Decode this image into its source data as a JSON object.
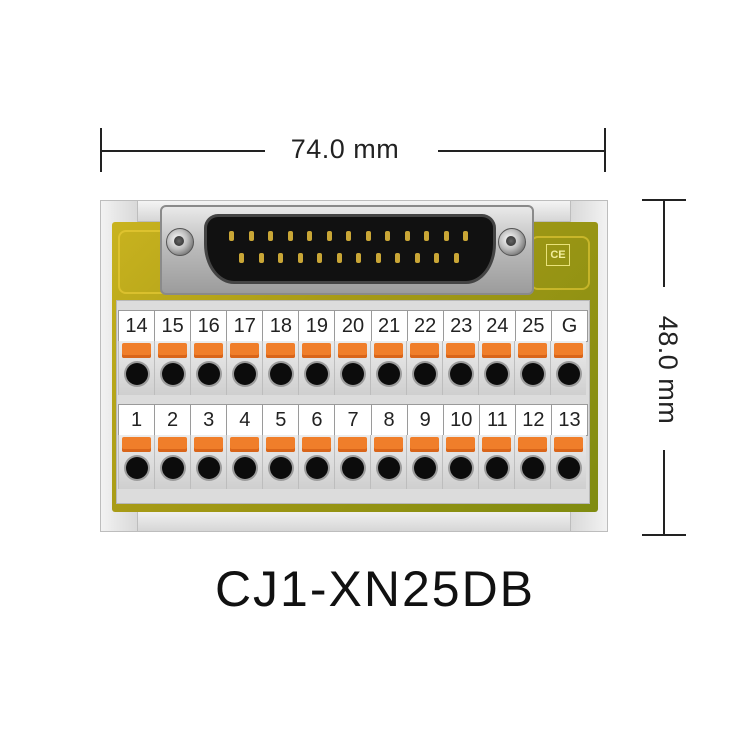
{
  "dimensions": {
    "width_label": "74.0 mm",
    "height_label": "48.0 mm"
  },
  "model_name": "CJ1-XN25DB",
  "marking": "CE",
  "terminals": {
    "top_row": [
      "14",
      "15",
      "16",
      "17",
      "18",
      "19",
      "20",
      "21",
      "22",
      "23",
      "24",
      "25",
      "G"
    ],
    "bottom_row": [
      "1",
      "2",
      "3",
      "4",
      "5",
      "6",
      "7",
      "8",
      "9",
      "10",
      "11",
      "12",
      "13"
    ]
  },
  "colors": {
    "pcb": "#a69a16",
    "lever": "#f07e2a",
    "terminal_body": "#dcdcdc"
  }
}
